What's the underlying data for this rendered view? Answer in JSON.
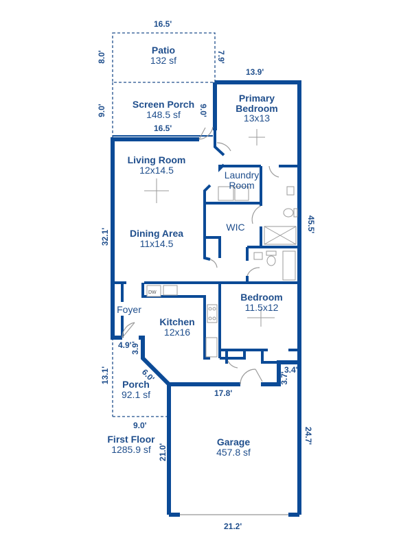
{
  "colors": {
    "wall": "#0b4a96",
    "text": "#1f4e8c",
    "fixture": "#9a9a9a"
  },
  "rooms": {
    "patio": {
      "name": "Patio",
      "size": "132 sf"
    },
    "screen_porch": {
      "name": "Screen Porch",
      "size": "148.5 sf"
    },
    "primary_bedroom": {
      "name": "Primary\nBedroom",
      "name1": "Primary",
      "name2": "Bedroom",
      "size": "13x13"
    },
    "living_room": {
      "name": "Living Room",
      "size": "12x14.5"
    },
    "laundry": {
      "name1": "Laundry",
      "name2": "Room"
    },
    "wic": {
      "name": "WIC"
    },
    "dining": {
      "name": "Dining Area",
      "size": "11x14.5"
    },
    "bedroom": {
      "name": "Bedroom",
      "size": "11.5x12"
    },
    "foyer": {
      "name": "Foyer"
    },
    "kitchen": {
      "name": "Kitchen",
      "size": "12x16"
    },
    "porch": {
      "name": "Porch",
      "size": "92.1 sf"
    },
    "first_floor": {
      "name": "First Floor",
      "size": "1285.9 sf"
    },
    "garage": {
      "name": "Garage",
      "size": "457.8 sf"
    }
  },
  "fixtures": {
    "dishwasher": "DW"
  },
  "dimensions": {
    "patio_top": "16.5'",
    "patio_left": "8.0'",
    "patio_right": "7.9'",
    "porch_left": "9.0'",
    "porch_right": "9.0'",
    "porch_bottom": "16.5'",
    "primary_top": "13.9'",
    "house_left": "32.1'",
    "house_right": "45.5'",
    "foyer_step": "4.9'",
    "foyer_step_v": "3.9'",
    "porch_diag": "6.0'",
    "porch_side": "13.1'",
    "porch_bottom2": "9.0'",
    "garage_top": "17.8'",
    "garage_left": "21.0'",
    "garage_right": "24.7'",
    "garage_bottom": "21.2'",
    "notch_w": "3.4'",
    "notch_h": "3.7'"
  }
}
